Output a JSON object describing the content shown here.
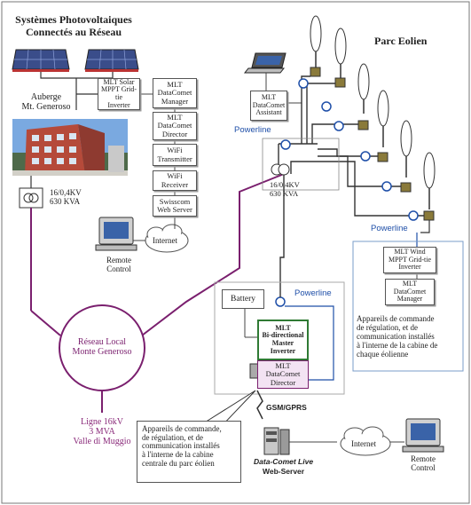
{
  "title": {
    "left_line1": "Systèmes Photovoltaiques",
    "left_line2": "Connectés au Réseau",
    "right": "Parc Eolien"
  },
  "site": {
    "auberge": "Auberge\nMt. Generoso"
  },
  "left_boxes": {
    "solar_inverter": "MLT Solar\nMPPT Grid-tie\nInverter",
    "dc_manager": "MLT\nDataComet\nManager",
    "dc_director": "MLT\nDataComet\nDirector",
    "wifi_tx": "WiFi\nTransmitter",
    "wifi_rx": "WiFi\nReceiver",
    "swisscom": "Swisscom\nWeb Server"
  },
  "transformers": {
    "left": "16/0,4KV\n630 KVA",
    "wind": "16/0,4KV\n630 KVA"
  },
  "internet_labels": {
    "left": "Internet",
    "bottom": "Internet"
  },
  "remote_control": {
    "left": "Remote\nControl",
    "right": "Remote\nControl"
  },
  "assistant": "MLT\nDataComet\nAssistant",
  "powerline_labels": [
    "Powerline",
    "Powerline",
    "Powerline"
  ],
  "wind_cabinet": {
    "inverter": "MLT Wind\nMPPT Grid-tie\nInverter",
    "manager": "MLT\nDataComet\nManager",
    "description": "Appareils de commande\nde régulation, et de\ncommunication installés\nà l'interne de la cabine de\nchaque éolienne"
  },
  "central": {
    "battery": "Battery",
    "inverter": "MLT\nBi-directional\nMaster\nInverter",
    "director": "MLT\nDataComet\nDirector",
    "gsm": "GSM/GPRS",
    "webserver_line1": "Data-Comet Live",
    "webserver_line2": "Web-Server"
  },
  "reseau": "Réseau Local\nMonte Generoso",
  "ligne": "Ligne 16kV\n3 MVA\nValle di Muggio",
  "callout": "Appareils de commande,\nde régulation, et de\ncommunication installés\nà l'interne de la cabine\ncentrale du parc éolien",
  "colors": {
    "grid_line": "#7a1f6e",
    "powerline_blue": "#1f4fa8",
    "wind_box_fill": "#8a7a3a",
    "inverter_green": "#2f7a34",
    "director_fill": "#f3e3f3",
    "title_text": "#222222",
    "ligne_text": "#8a2a7a"
  }
}
